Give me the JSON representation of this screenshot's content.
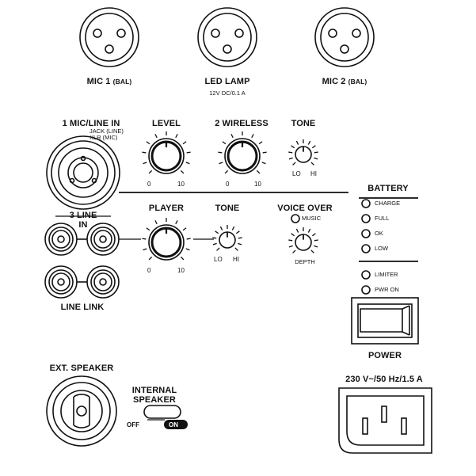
{
  "xlr_inputs": [
    {
      "main": "MIC 1",
      "sub": "(BAL)"
    },
    {
      "main": "LED LAMP",
      "note": "12V DC/0.1 A"
    },
    {
      "main": "MIC 2",
      "sub": "(BAL)"
    }
  ],
  "mic_line_in": {
    "title": "1 MIC/LINE IN",
    "line1": "JACK (LINE)",
    "line2": "XLR (MIC)"
  },
  "level": {
    "label": "LEVEL",
    "min": "0",
    "max": "10"
  },
  "wireless": {
    "label": "2 WIRELESS",
    "min": "0",
    "max": "10"
  },
  "tone_top": {
    "label": "TONE",
    "lo": "LO",
    "hi": "HI"
  },
  "line_in_3": {
    "line1": "3 LINE",
    "line2": "IN"
  },
  "line_link": {
    "label": "LINE LINK"
  },
  "player": {
    "label": "PLAYER",
    "min": "0",
    "max": "10"
  },
  "tone_mid": {
    "label": "TONE",
    "lo": "LO",
    "hi": "HI"
  },
  "voice_over": {
    "label": "VOICE OVER",
    "music": "MUSIC",
    "depth": "DEPTH"
  },
  "battery": {
    "title": "BATTERY",
    "leds": [
      "CHARGE",
      "FULL",
      "OK",
      "LOW"
    ]
  },
  "status_leds": [
    "LIMITER",
    "PWR ON"
  ],
  "power": {
    "label": "POWER"
  },
  "ext_speaker": {
    "label": "EXT. SPEAKER"
  },
  "internal_speaker": {
    "line1": "INTERNAL",
    "line2": "SPEAKER",
    "off": "OFF",
    "on": "ON"
  },
  "mains": {
    "rating": "230 V~/50 Hz/1.5 A"
  }
}
